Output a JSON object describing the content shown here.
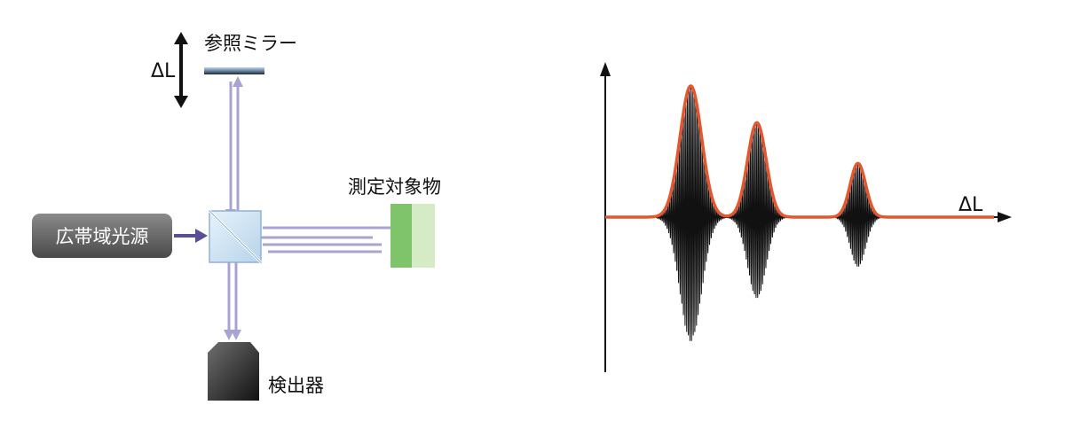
{
  "labels": {
    "delta_l_mirror": "ΔL",
    "reference_mirror": "参照ミラー",
    "sample": "測定対象物",
    "light_source": "広帯域光源",
    "detector": "検出器",
    "delta_l_axis": "ΔL"
  },
  "colors": {
    "beam": "#a9a3d3",
    "source_arrow": "#5a4f93",
    "source_box_top": "#8a8a8a",
    "source_box_bottom": "#4a4a4a",
    "splitter_fill": "#cfe3f2",
    "splitter_edge": "#8fb2d6",
    "sample_dark": "#7fc36b",
    "sample_light": "#d4ebc6",
    "detector_top": "#6f6f6f",
    "detector_bottom": "#111111",
    "envelope": "#e4572e",
    "fringe": "#111111",
    "axis": "#111111"
  },
  "chart_data": {
    "type": "line",
    "title": "",
    "xlabel": "ΔL",
    "ylabel": "",
    "series": [
      {
        "kind": "envelope",
        "peaks": [
          {
            "center": 0.22,
            "width": 0.028,
            "amplitude": 1.0
          },
          {
            "center": 0.39,
            "width": 0.024,
            "amplitude": 0.72
          },
          {
            "center": 0.65,
            "width": 0.02,
            "amplitude": 0.41
          }
        ]
      },
      {
        "kind": "interference-fringes",
        "amplitudes_below_axis": [
          0.95,
          0.62,
          0.38
        ]
      }
    ]
  }
}
